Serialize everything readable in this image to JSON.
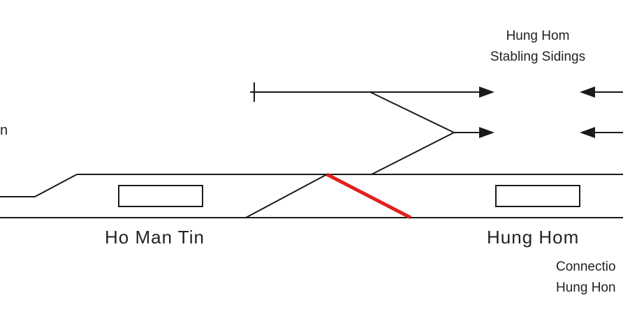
{
  "labels": {
    "stabling_line1": "Hung Hom",
    "stabling_line2": "Stabling Sidings",
    "left_edge_partial": "n",
    "station_ho_man_tin": "Ho Man Tin",
    "station_hung_hom": "Hung Hom",
    "connection_line1": "Connectio",
    "connection_line2": "Hung Hon"
  },
  "colors": {
    "track": "#1a1a1a",
    "highlight": "#e02020",
    "platform_fill": "#ffffff"
  }
}
